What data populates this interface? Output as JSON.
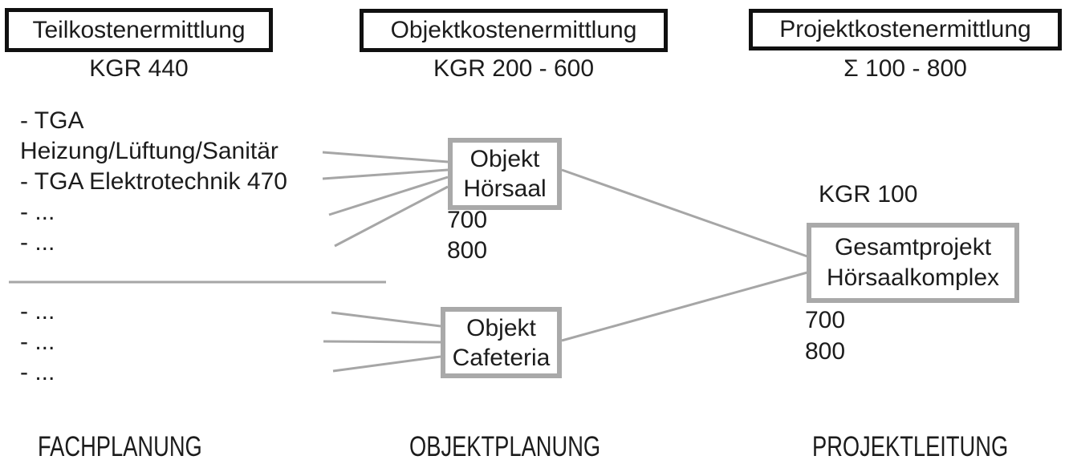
{
  "colors": {
    "text": "#1c1c1c",
    "black_border": "#101010",
    "gray_border": "#a9a9a9",
    "line_gray": "#a6a6a6"
  },
  "columns": [
    {
      "title": "Teilkostenermittlung",
      "subtitle": "KGR 440",
      "footer": "FACHPLANUNG"
    },
    {
      "title": "Objektkostenermittlung",
      "subtitle": "KGR 200 - 600",
      "footer": "OBJEKTPLANUNG"
    },
    {
      "title": "Projektkostenermittlung",
      "subtitle": "Σ 100 - 800",
      "footer": "PROJEKTLEITUNG"
    }
  ],
  "cost_items_upper": {
    "lines": [
      "- TGA",
      "Heizung/Lüftung/Sanitär",
      "- TGA Elektrotechnik 470",
      "- ...",
      "- ..."
    ]
  },
  "cost_items_lower": {
    "lines": [
      "- ...",
      "- ...",
      "- ..."
    ]
  },
  "nodes": {
    "hoersaal": {
      "line1": "Objekt",
      "line2": "Hörsaal",
      "below_1": "700",
      "below_2": "800"
    },
    "cafeteria": {
      "line1": "Objekt",
      "line2": "Cafeteria"
    },
    "gesamtprojekt": {
      "kgr_above": "KGR 100",
      "line1": "Gesamtprojekt",
      "line2": "Hörsaalkomplex",
      "below_1": "700",
      "below_2": "800"
    }
  }
}
